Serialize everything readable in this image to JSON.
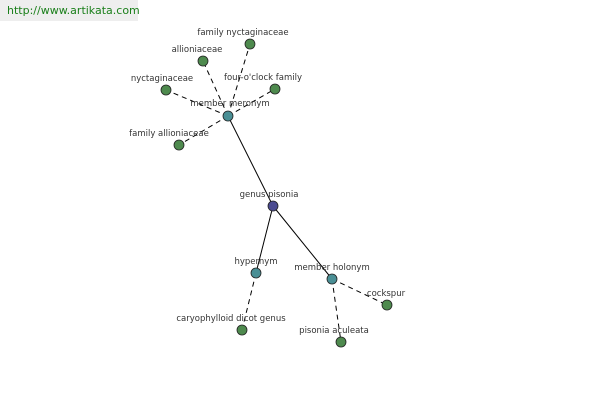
{
  "banner": {
    "url": "http://www.artikata.com"
  },
  "colors": {
    "leaf": "#4e8a4e",
    "relation": "#4a8f95",
    "center": "#4a4a90"
  },
  "graph": {
    "center": {
      "label": "genus pisonia"
    },
    "relations": [
      {
        "id": "member-meronym",
        "label": "member meronym"
      },
      {
        "id": "hypernym",
        "label": "hypernym"
      },
      {
        "id": "member-holonym",
        "label": "member holonym"
      }
    ],
    "leaves": [
      {
        "id": "family-nyctaginaceae",
        "label": "family nyctaginaceae",
        "parent": "member-meronym"
      },
      {
        "id": "allioniaceae",
        "label": "allioniaceae",
        "parent": "member-meronym"
      },
      {
        "id": "nyctaginaceae",
        "label": "nyctaginaceae",
        "parent": "member-meronym"
      },
      {
        "id": "four-oclock-family",
        "label": "four-o'clock family",
        "parent": "member-meronym"
      },
      {
        "id": "family-allioniaceae",
        "label": "family allioniaceae",
        "parent": "member-meronym"
      },
      {
        "id": "caryophylloid-dicot-genus",
        "label": "caryophylloid dicot genus",
        "parent": "hypernym"
      },
      {
        "id": "cockspur",
        "label": "cockspur",
        "parent": "member-holonym"
      },
      {
        "id": "pisonia-aculeata",
        "label": "pisonia aculeata",
        "parent": "member-holonym"
      }
    ]
  }
}
